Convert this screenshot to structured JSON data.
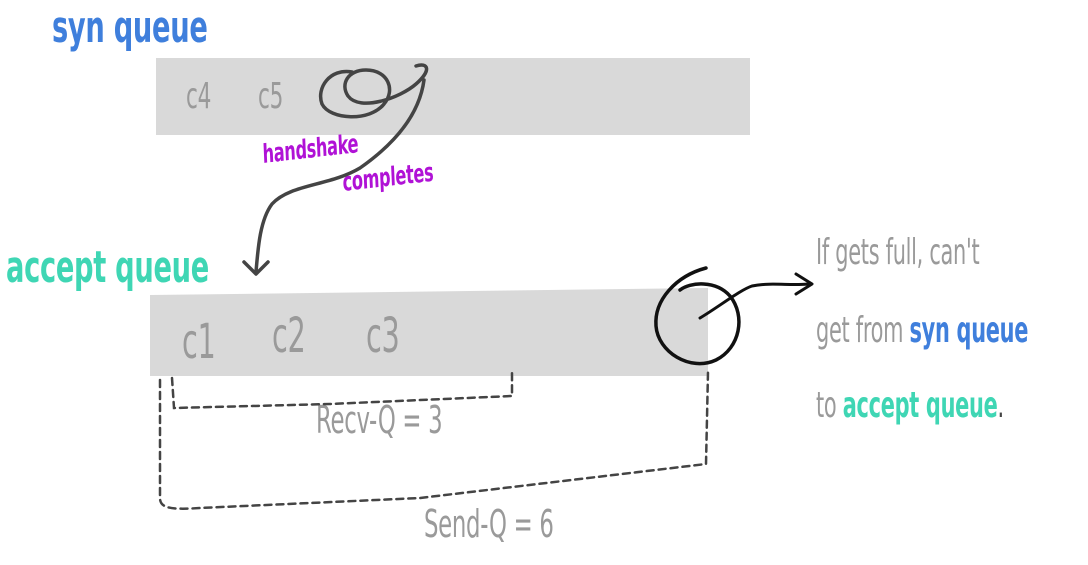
{
  "colors": {
    "syn_queue": "#3f7fdc",
    "accept_queue": "#3fd6b4",
    "handshake": "#b012d6",
    "slot_text": "#9a9a9a",
    "bracket": "#444444",
    "note_text": "#9a9a9a",
    "bar_fill": "#d9d9d9",
    "arrow": "#444444"
  },
  "syn_queue": {
    "title": "syn queue",
    "slots": [
      "c4",
      "c5"
    ]
  },
  "accept_queue": {
    "title": "accept queue",
    "slots": [
      "c1",
      "c2",
      "c3"
    ]
  },
  "transition": {
    "line1": "handshake",
    "line2": "completes"
  },
  "brackets": {
    "recv": "Recv-Q = 3",
    "send": "Send-Q = 6"
  },
  "note": {
    "line1": "If gets full, can't",
    "line2_prefix": "get from ",
    "line2_highlight": "syn queue",
    "line3_prefix": "to ",
    "line3_highlight": "accept queue",
    "line3_suffix": "."
  }
}
